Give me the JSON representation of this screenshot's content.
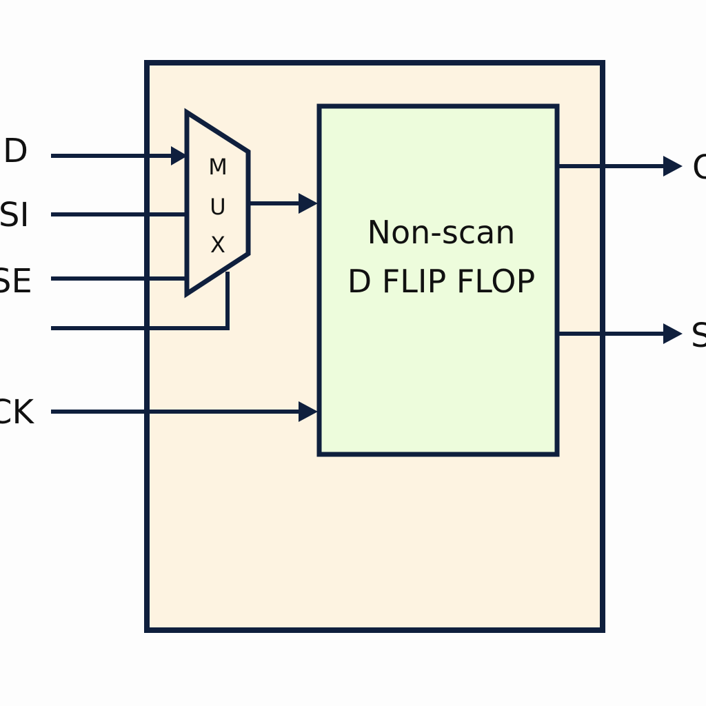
{
  "inputs": {
    "d": "D",
    "si": "SI",
    "se": "SE",
    "clk": "CK"
  },
  "outputs": {
    "q": "Q",
    "so": "S"
  },
  "mux": {
    "letter_1": "M",
    "letter_2": "U",
    "letter_3": "X"
  },
  "flip_flop": {
    "line_1": "Non-scan",
    "line_2": "D FLIP FLOP"
  },
  "colors": {
    "outer_fill": "#fdf3e1",
    "inner_fill": "#edfcdc",
    "stroke": "#0f1f3d"
  }
}
